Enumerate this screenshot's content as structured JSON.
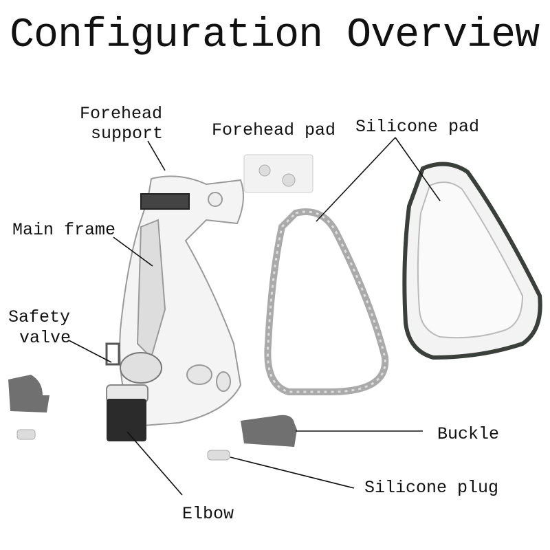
{
  "title": "Configuration Overview",
  "labels": {
    "forehead_support_1": "Forehead",
    "forehead_support_2": "support",
    "forehead_pad": "Forehead pad",
    "silicone_pad": "Silicone pad",
    "main_frame": "Main frame",
    "safety_valve_1": "Safety",
    "safety_valve_2": "valve",
    "buckle": "Buckle",
    "silicone_plug": "Silicone plug",
    "elbow": "Elbow"
  },
  "colors": {
    "text": "#111111",
    "frame": "#9a9a9a",
    "cushion_rim": "#3a3f3c",
    "elbow": "#2b2b2b",
    "buckle": "#707070"
  }
}
